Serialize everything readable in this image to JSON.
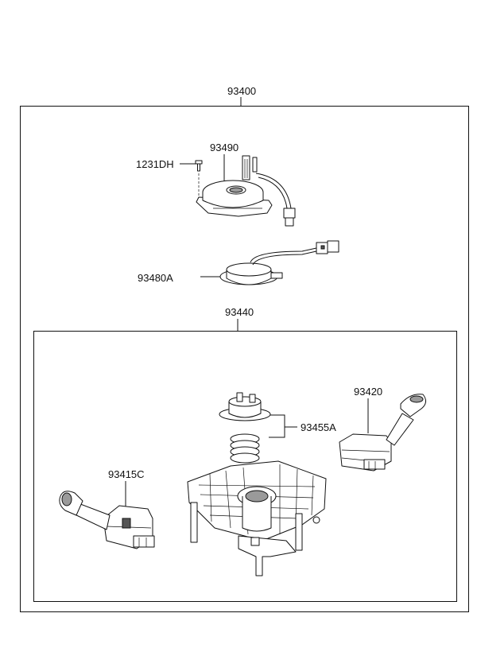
{
  "labels": {
    "assembly": "93400",
    "screw": "1231DH",
    "clock_spring": "93490",
    "horn_contact": "93480A",
    "switch_body": "93440",
    "right_switch": "93420",
    "spring_bushing": "93455A",
    "left_switch": "93415C"
  }
}
